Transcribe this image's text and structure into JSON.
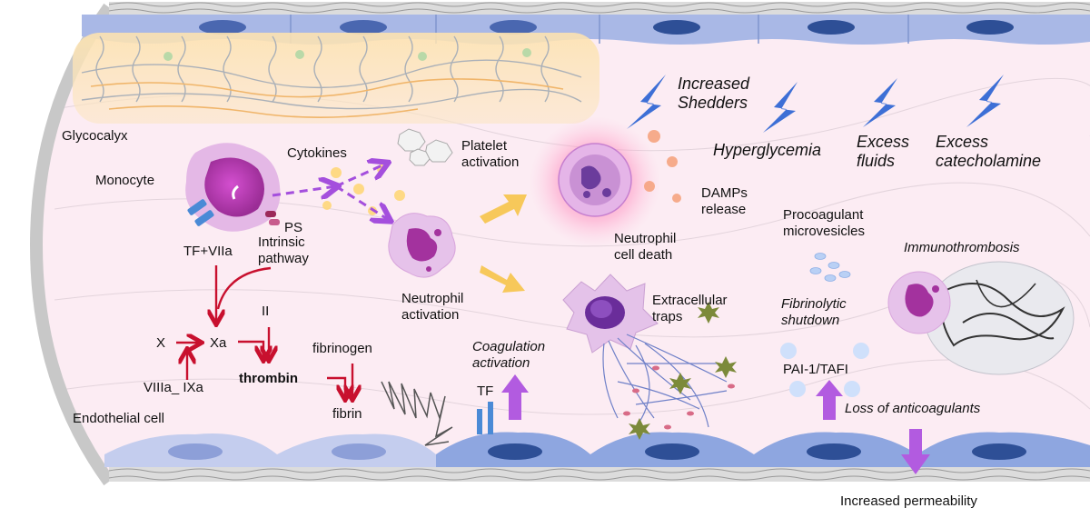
{
  "labels": {
    "glycocalyx": "Glycocalyx",
    "monocyte": "Monocyte",
    "cytokines": "Cytokines",
    "platelet_activation": "Platelet\nactivation",
    "ps": "PS",
    "tf_viia": "TF+VIIa",
    "intrinsic_pathway": "Intrinsic\npathway",
    "ii": "II",
    "x": "X",
    "xa": "Xa",
    "viiia_ixa": "VIIIa_ IXa",
    "thrombin": "thrombin",
    "fibrinogen": "fibrinogen",
    "fibrin": "fibrin",
    "endothelial_cell": "Endothelial cell",
    "neutrophil_activation": "Neutrophil\nactivation",
    "neutrophil_cell_death": "Neutrophil\ncell death",
    "damps_release": "DAMPs\nrelease",
    "increased_shedders": "Increased\nShedders",
    "hyperglycemia": "Hyperglycemia",
    "excess_fluids": "Excess\nfluids",
    "excess_catecholamine": "Excess\ncatecholamine",
    "procoagulant_microvesicles": "Procoagulant\nmicrovesicles",
    "immunothrombosis": "Immunothrombosis",
    "extracellular_traps": "Extracellular\ntraps",
    "coagulation_activation": "Coagulation\nactivation",
    "tf": "TF",
    "fibrinolytic_shutdown": "Fibrinolytic\nshutdown",
    "pai_tafi": "PAI-1/TAFI",
    "loss_of_anticoagulants": "Loss of anticoagulants",
    "increased_permeability": "Increased permeability"
  },
  "colors": {
    "lumen": "#fcecf3",
    "vessel_wall": "#c8c8c8",
    "endothelium": "#9aaee0",
    "endothelium_dark": "#2e4f96",
    "coag_arrow": "#c8102e",
    "purple": "#a44fdd",
    "yellow_arrow": "#f7c85a",
    "lightning": "#3d6fd6",
    "cell_magenta": "#b136a8",
    "glow": "#ff7fb0"
  }
}
